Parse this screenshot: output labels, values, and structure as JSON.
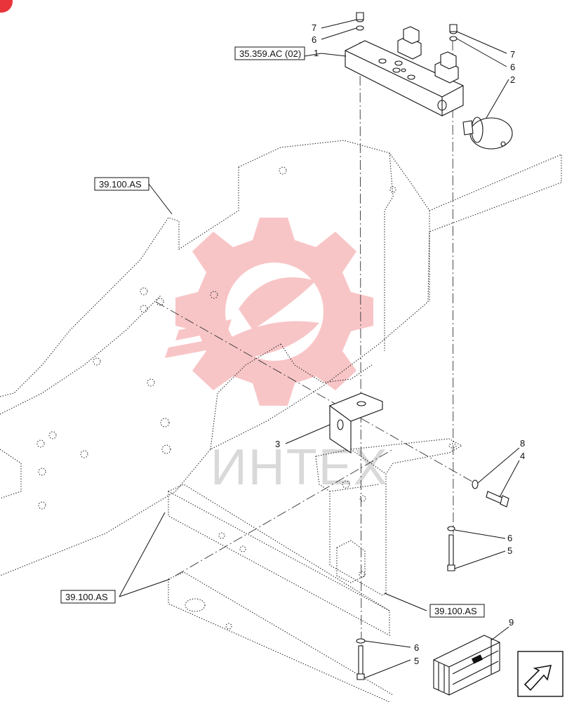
{
  "references": {
    "valve_block": "35.359.AC (02)",
    "frame_left": "39.100.AS",
    "frame_bottom_left": "39.100.AS",
    "frame_bottom_right": "39.100.AS"
  },
  "callouts": {
    "c1": "1",
    "c2": "2",
    "c3": "3",
    "c4": "4",
    "c5a": "5",
    "c5b": "5",
    "c6a": "6",
    "c6b": "6",
    "c6c": "6",
    "c6d": "6",
    "c7a": "7",
    "c7b": "7",
    "c8": "8",
    "c9": "9"
  },
  "watermark": {
    "text": "ИНТЕХ",
    "color": "#e8343a"
  }
}
